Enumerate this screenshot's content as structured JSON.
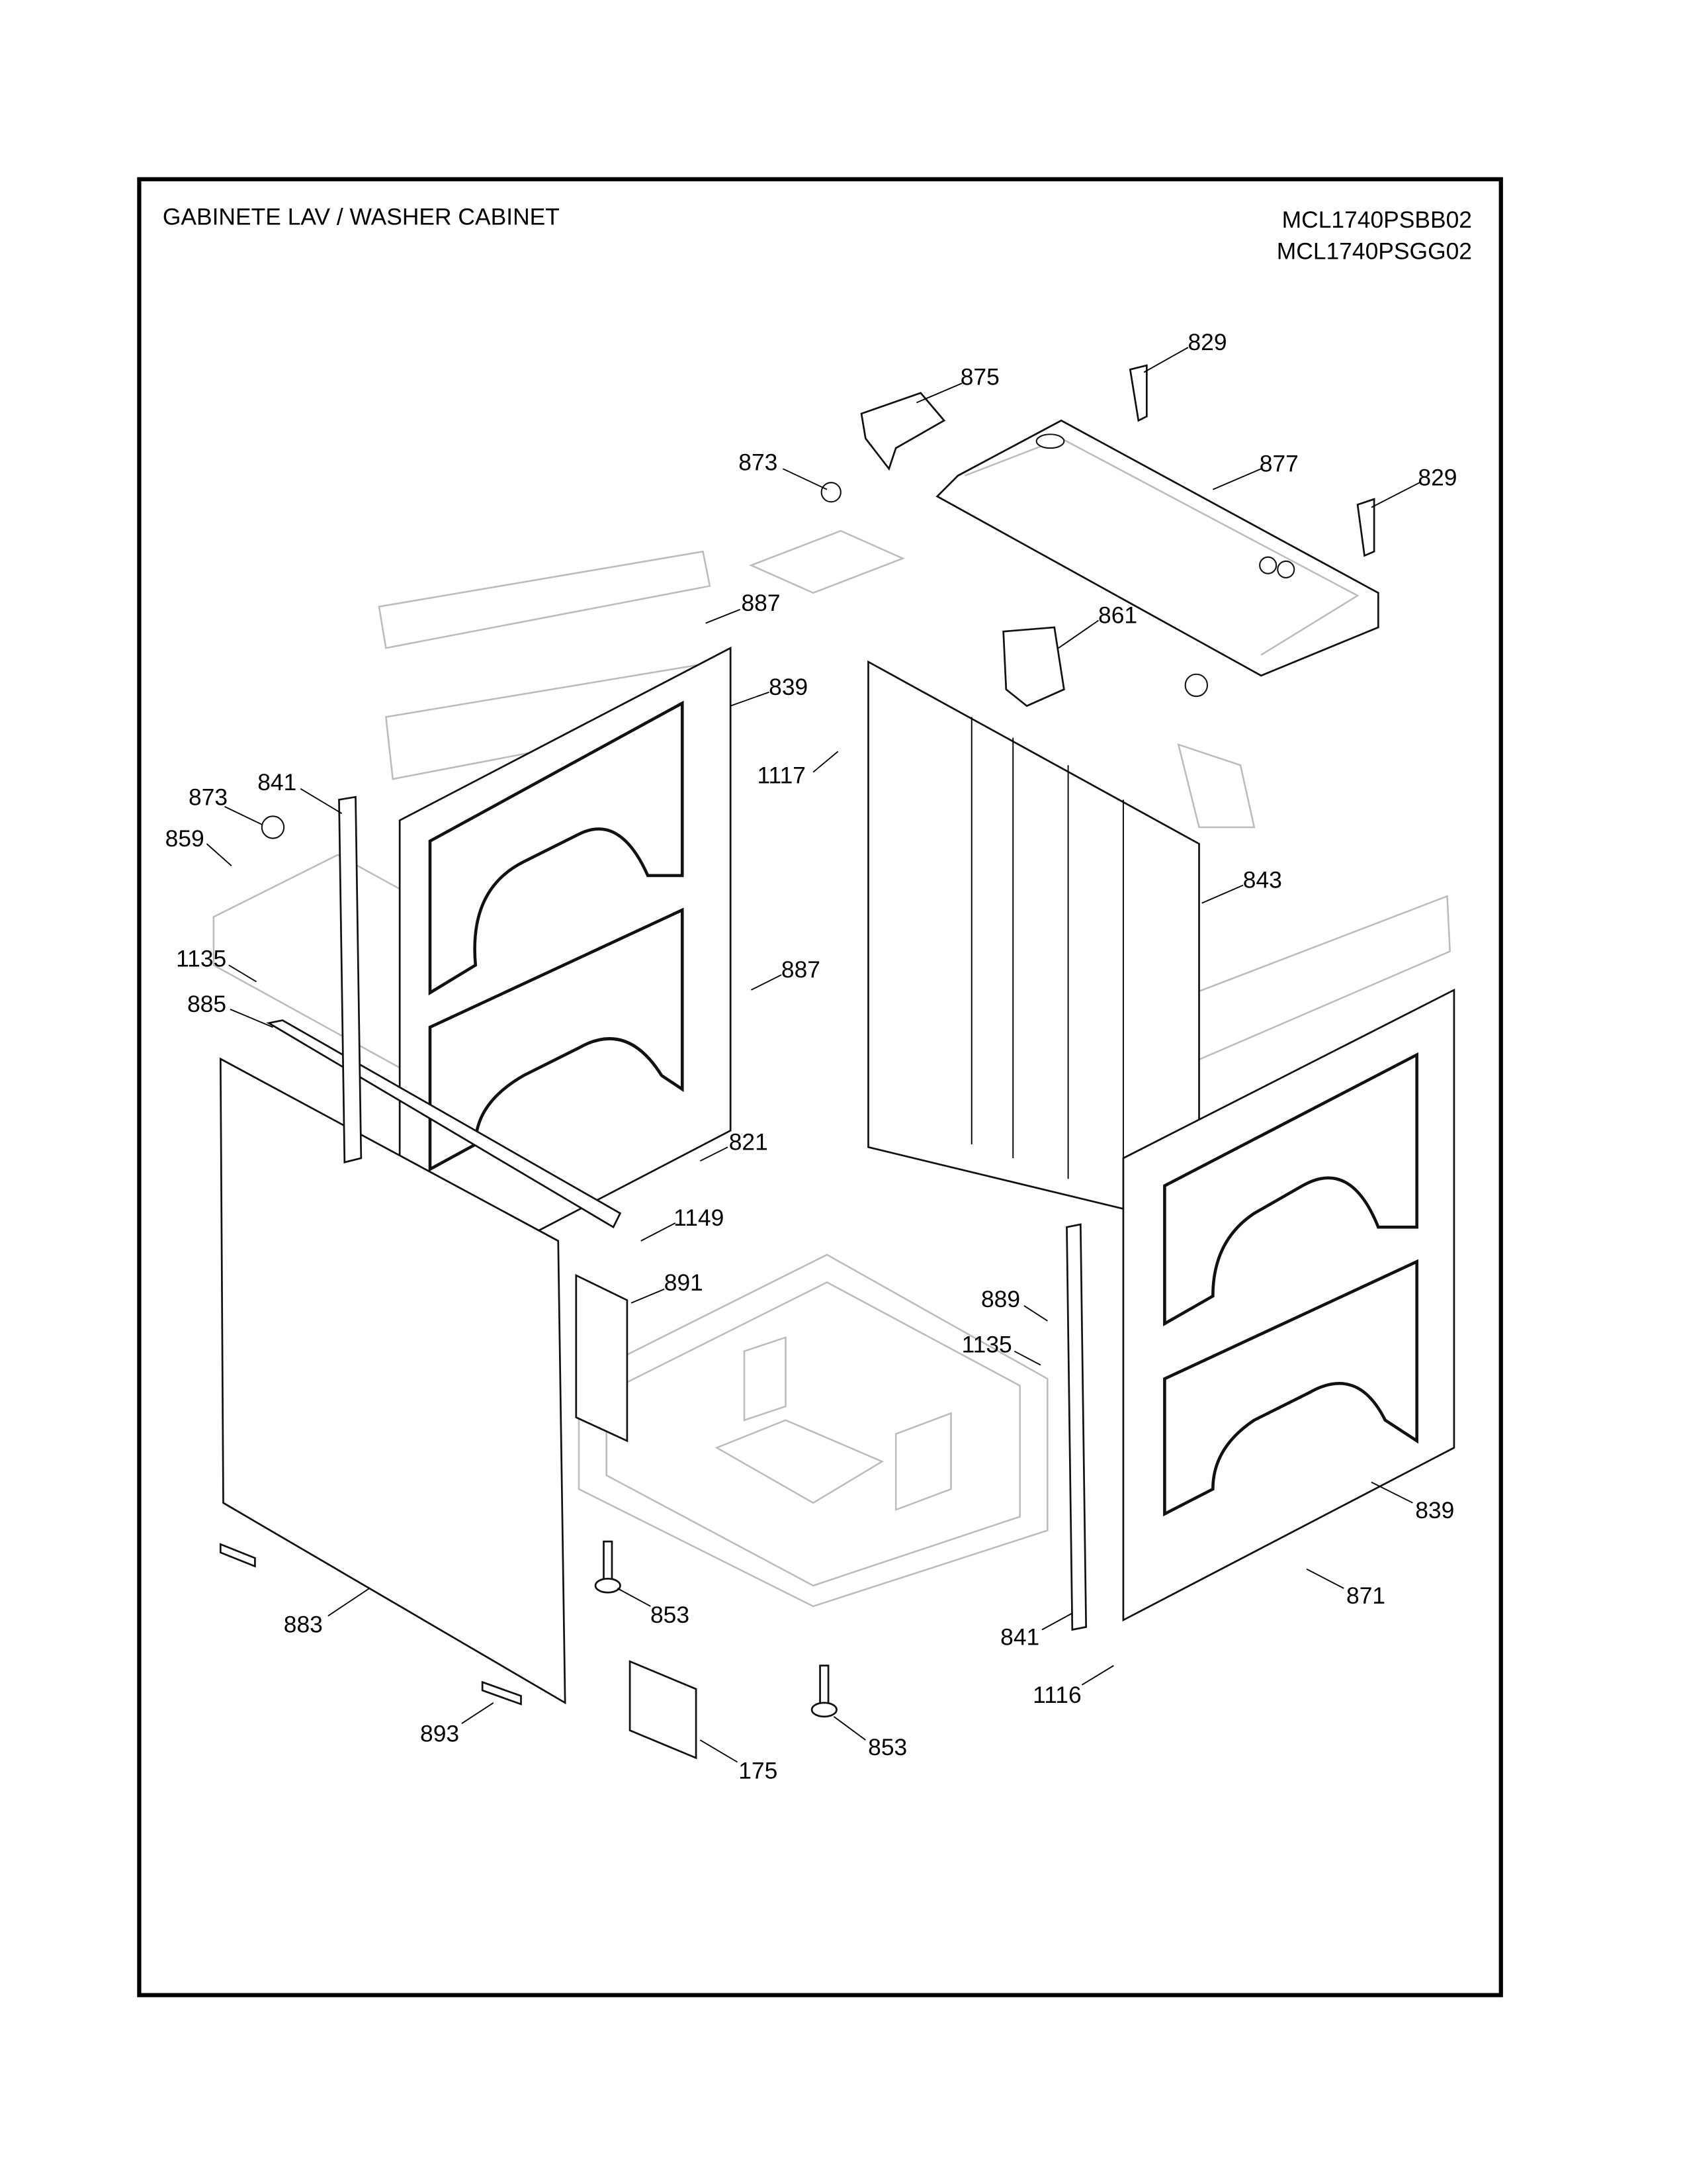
{
  "header": {
    "title": "GABINETE LAV / WASHER CABINET",
    "models": [
      "MCL1740PSBB02",
      "MCL1740PSGG02"
    ]
  },
  "callouts": [
    "829",
    "875",
    "873",
    "877",
    "829",
    "887",
    "861",
    "839",
    "1117",
    "841",
    "873",
    "859",
    "843",
    "1135",
    "887",
    "885",
    "821",
    "1149",
    "891",
    "889",
    "1135",
    "839",
    "871",
    "853",
    "883",
    "841",
    "1116",
    "893",
    "853",
    "175"
  ]
}
